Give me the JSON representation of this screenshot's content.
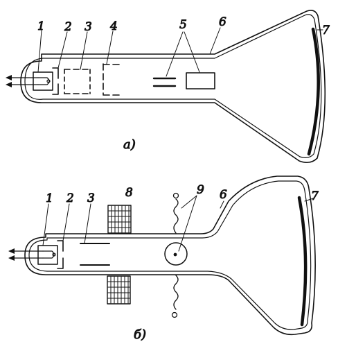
{
  "diagram_a": {
    "caption": "а)",
    "labels": [
      "1",
      "2",
      "3",
      "4",
      "5",
      "6",
      "7"
    ]
  },
  "diagram_b": {
    "caption": "б)",
    "labels": [
      "1",
      "2",
      "3",
      "8",
      "9",
      "6",
      "7"
    ]
  },
  "colors": {
    "ink": "#111111",
    "paper": "#ffffff"
  }
}
